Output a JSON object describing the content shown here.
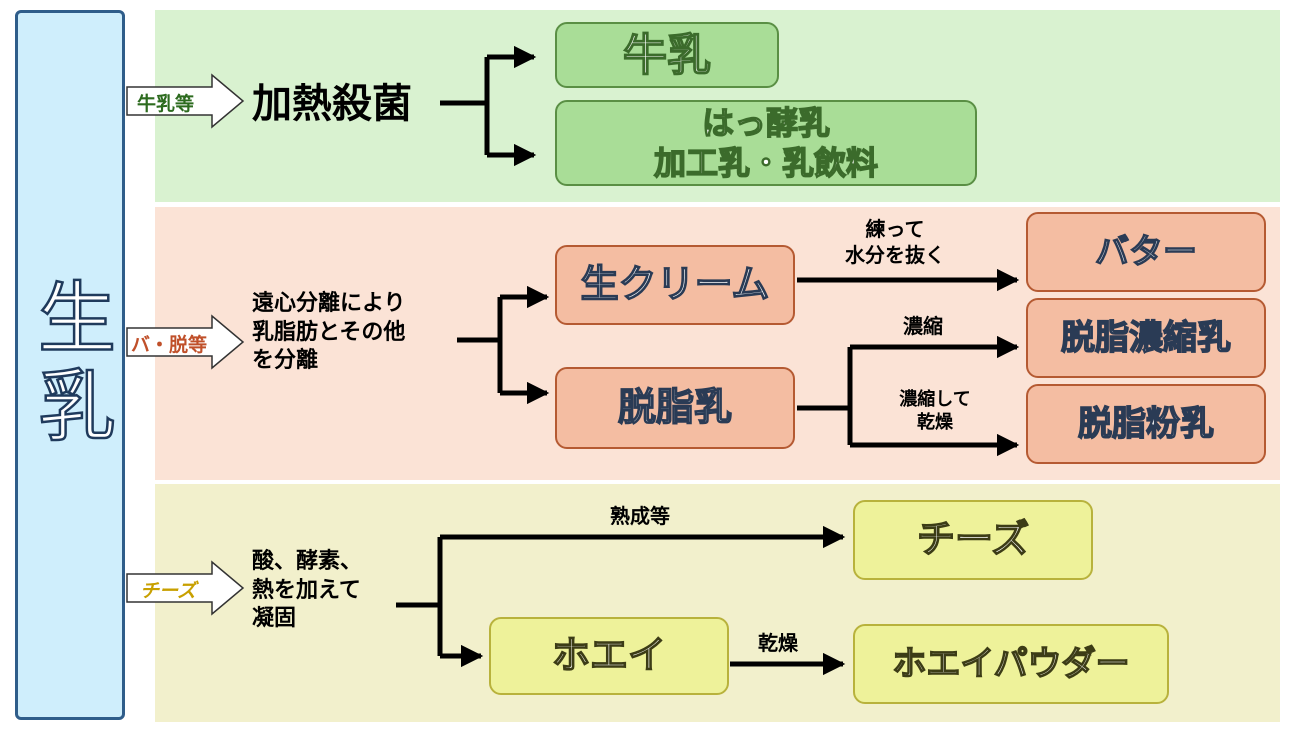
{
  "colors": {
    "band_milk": "#d9f2d0",
    "band_butter": "#fbe3d6",
    "band_cheese": "#f2f0cc",
    "raw_milk_box": "#cfeefc",
    "tag_milk_text": "#2d6b1f",
    "tag_butter_text": "#c0502a",
    "tag_cheese_text": "#c8a000"
  },
  "raw_milk": "生乳",
  "milk_section": {
    "tag": "牛乳等",
    "process": "加熱殺菌",
    "products": [
      "牛乳",
      "はっ酵乳",
      "加工乳・乳飲料"
    ]
  },
  "butter_section": {
    "tag": "バ・脱等",
    "process_lines": [
      "遠心分離により",
      "乳脂肪とその他",
      "を分離"
    ],
    "cream": "生クリーム",
    "skim_milk": "脱脂乳",
    "churn_label": [
      "練って",
      "水分を抜く"
    ],
    "butter": "バター",
    "concentrate_label": "濃縮",
    "condensed_skim": "脱脂濃縮乳",
    "dry_label": [
      "濃縮して",
      "乾燥"
    ],
    "skim_powder": "脱脂粉乳"
  },
  "cheese_section": {
    "tag": "チーズ",
    "process_lines": [
      "酸、酵素、",
      "熱を加えて",
      "凝固"
    ],
    "ripen_label": "熟成等",
    "cheese": "チーズ",
    "whey": "ホエイ",
    "dry_label": "乾燥",
    "whey_powder": "ホエイパウダー"
  }
}
